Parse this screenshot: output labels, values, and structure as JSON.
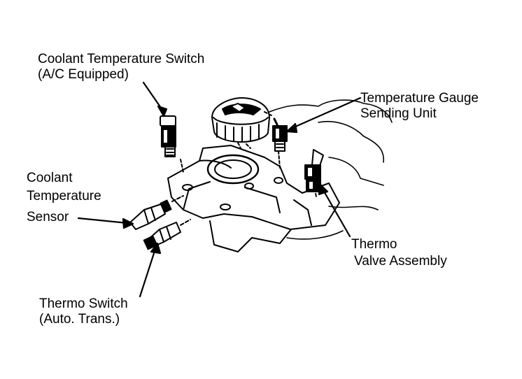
{
  "labels": {
    "coolant_switch": {
      "line1": "Coolant Temperature Switch",
      "line2": "(A/C Equipped)"
    },
    "temp_gauge": {
      "line1": "Temperature Gauge",
      "line2": "Sending Unit"
    },
    "coolant_sensor": {
      "line1": "Coolant",
      "line2": "Temperature",
      "line3": "Sensor"
    },
    "thermo_valve": {
      "line1": "Thermo",
      "line2": "Valve Assembly"
    },
    "thermo_switch": {
      "line1": "Thermo Switch",
      "line2": "(Auto. Trans.)"
    }
  },
  "colors": {
    "ink": "#000000",
    "paper": "#ffffff"
  }
}
